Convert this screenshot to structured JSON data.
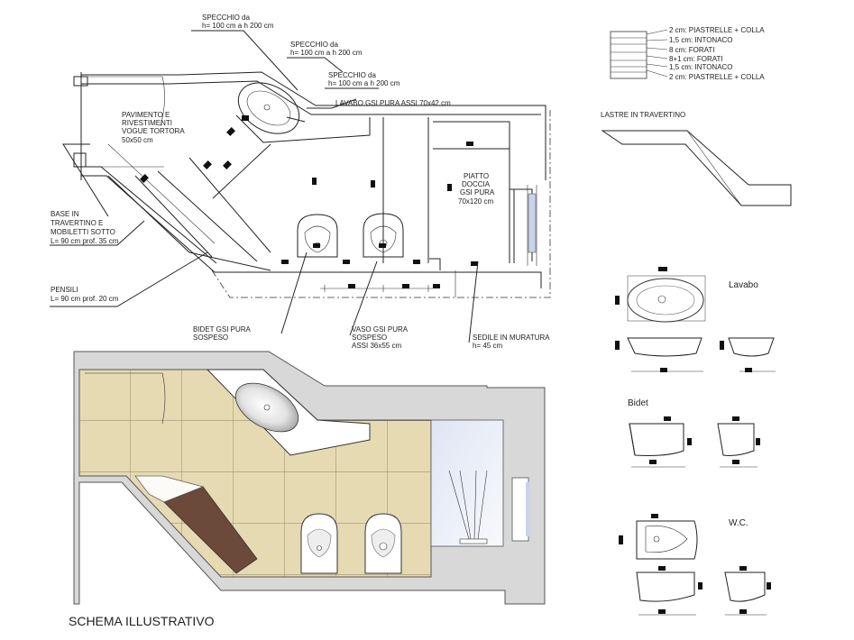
{
  "labels": {
    "specchio_1": [
      "SPECCHIO da",
      "h= 100 cm a h 200 cm"
    ],
    "specchio_2": [
      "SPECCHIO da",
      "h= 100 cm a h 200 cm"
    ],
    "specchio_3": [
      "SPECCHIO da",
      "h= 100 cm a h 200 cm"
    ],
    "pavimento": [
      "PAVIMENTO E",
      "RIVESTIMENTI",
      "VOGUE TORTORA",
      "50x50 cm"
    ],
    "lavabo_gsi": "LAVABO GSI PURA ASSI 70x42 cm",
    "piatto": [
      "PIATTO",
      "DOCCIA",
      "GSI PURA",
      "70x120 cm"
    ],
    "base": [
      "BASE IN",
      "TRAVERTINO E",
      "MOBILETTI SOTTO",
      "L= 90 cm prof. 35 cm"
    ],
    "pensili": [
      "PENSILI",
      "L= 90 cm prof. 20 cm"
    ],
    "bidet_gsi": [
      "BIDET GSI PURA",
      "SOSPESO"
    ],
    "vaso": [
      "VASO GSI PURA",
      "SOSPESO",
      "ASSI 36x55 cm"
    ],
    "sedile": [
      "SEDILE IN MURATURA",
      "h= 45 cm"
    ],
    "layers": [
      "2 cm: PIASTRELLE + COLLA",
      "1,5 cm: INTONACO",
      "8 cm: FORATI",
      "8+1 cm: FORATI",
      "1,5 cm: INTONACO",
      "2 cm: PIASTRELLE + COLLA"
    ],
    "lastre": "LASTRE IN TRAVERTINO",
    "lavabo_detail": "Lavabo",
    "bidet_detail": "Bidet",
    "wc_detail": "W.C.",
    "schema": "SCHEMA ILLUSTRATIVO"
  },
  "colors": {
    "tile": "#e6dab3",
    "tile_grout": "#8f8463",
    "wall": "#d8d8d8",
    "wall_edge": "#555555",
    "cabinet": "#6b4a3a",
    "glass": "#c9d4ec",
    "line": "#222222"
  },
  "icons": [
    "washbasin-icon",
    "bidet-icon",
    "toilet-icon",
    "shower-tray-icon"
  ]
}
